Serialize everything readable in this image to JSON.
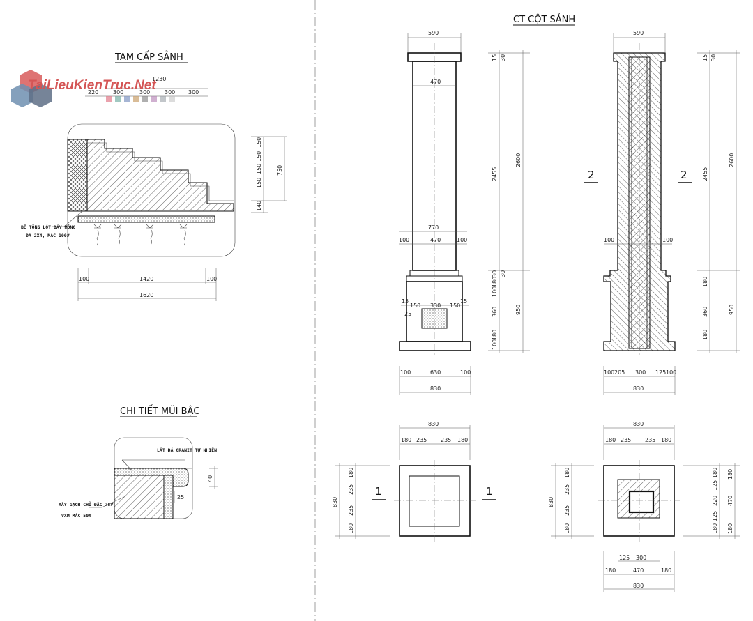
{
  "titles": {
    "tam_cap": "TAM CẤP SẢNH",
    "chi_tiet": "CHI TIẾT MŨI BẬC",
    "ct_cot": "CT CỘT SẢNH"
  },
  "watermark": "TaiLieuKienTruc.Net",
  "notes": {
    "be_tong_1": "BÊ TÔNG LÓT ĐÁY MÓNG",
    "be_tong_2": "ĐÁ 2X4, MÁC 100#",
    "lat_da": "LÁT ĐÁ GRANIT TỰ NHIÊN",
    "xay_gach_1": "XÂY GẠCH CHỈ ĐẶC 75#",
    "xay_gach_2": "VXM MÁC 50#"
  },
  "stair_dims": {
    "top_total": "1230",
    "top": [
      "220",
      "300",
      "300",
      "300",
      "300"
    ],
    "right": [
      "150",
      "150",
      "150",
      "150",
      "140"
    ],
    "right_total": "750",
    "bottom_inner": [
      "100",
      "1420",
      "100"
    ],
    "bottom_total": "1620"
  },
  "nosing_dims": {
    "a": "40",
    "b": "25"
  },
  "column_dims": {
    "top_w": "590",
    "shaft_w": "470",
    "cap_top": [
      "15",
      "30"
    ],
    "shaft_h": "2455",
    "total_h": "2600",
    "base_h": "950",
    "base_parts": [
      "30",
      "30",
      "180",
      "100",
      "360",
      "180",
      "100"
    ],
    "collar_w": "770",
    "collar_parts": [
      "100",
      "470",
      "100"
    ],
    "panel": [
      "150",
      "330",
      "150"
    ],
    "panel_side": "15",
    "panel_h": "25",
    "foot": [
      "100",
      "630",
      "100"
    ],
    "foot_total": "830",
    "foot2": [
      "100",
      "205",
      "300",
      "125",
      "100"
    ],
    "section_labels": [
      "2",
      "2",
      "1",
      "1"
    ]
  },
  "plan_dims": {
    "total": "830",
    "parts": [
      "180",
      "235",
      "235",
      "180"
    ],
    "inner_r": [
      "125",
      "220",
      "125"
    ],
    "inner_470": "470",
    "bottom_top": [
      "125",
      "300"
    ],
    "bottom_mid": [
      "180",
      "470",
      "180"
    ]
  }
}
